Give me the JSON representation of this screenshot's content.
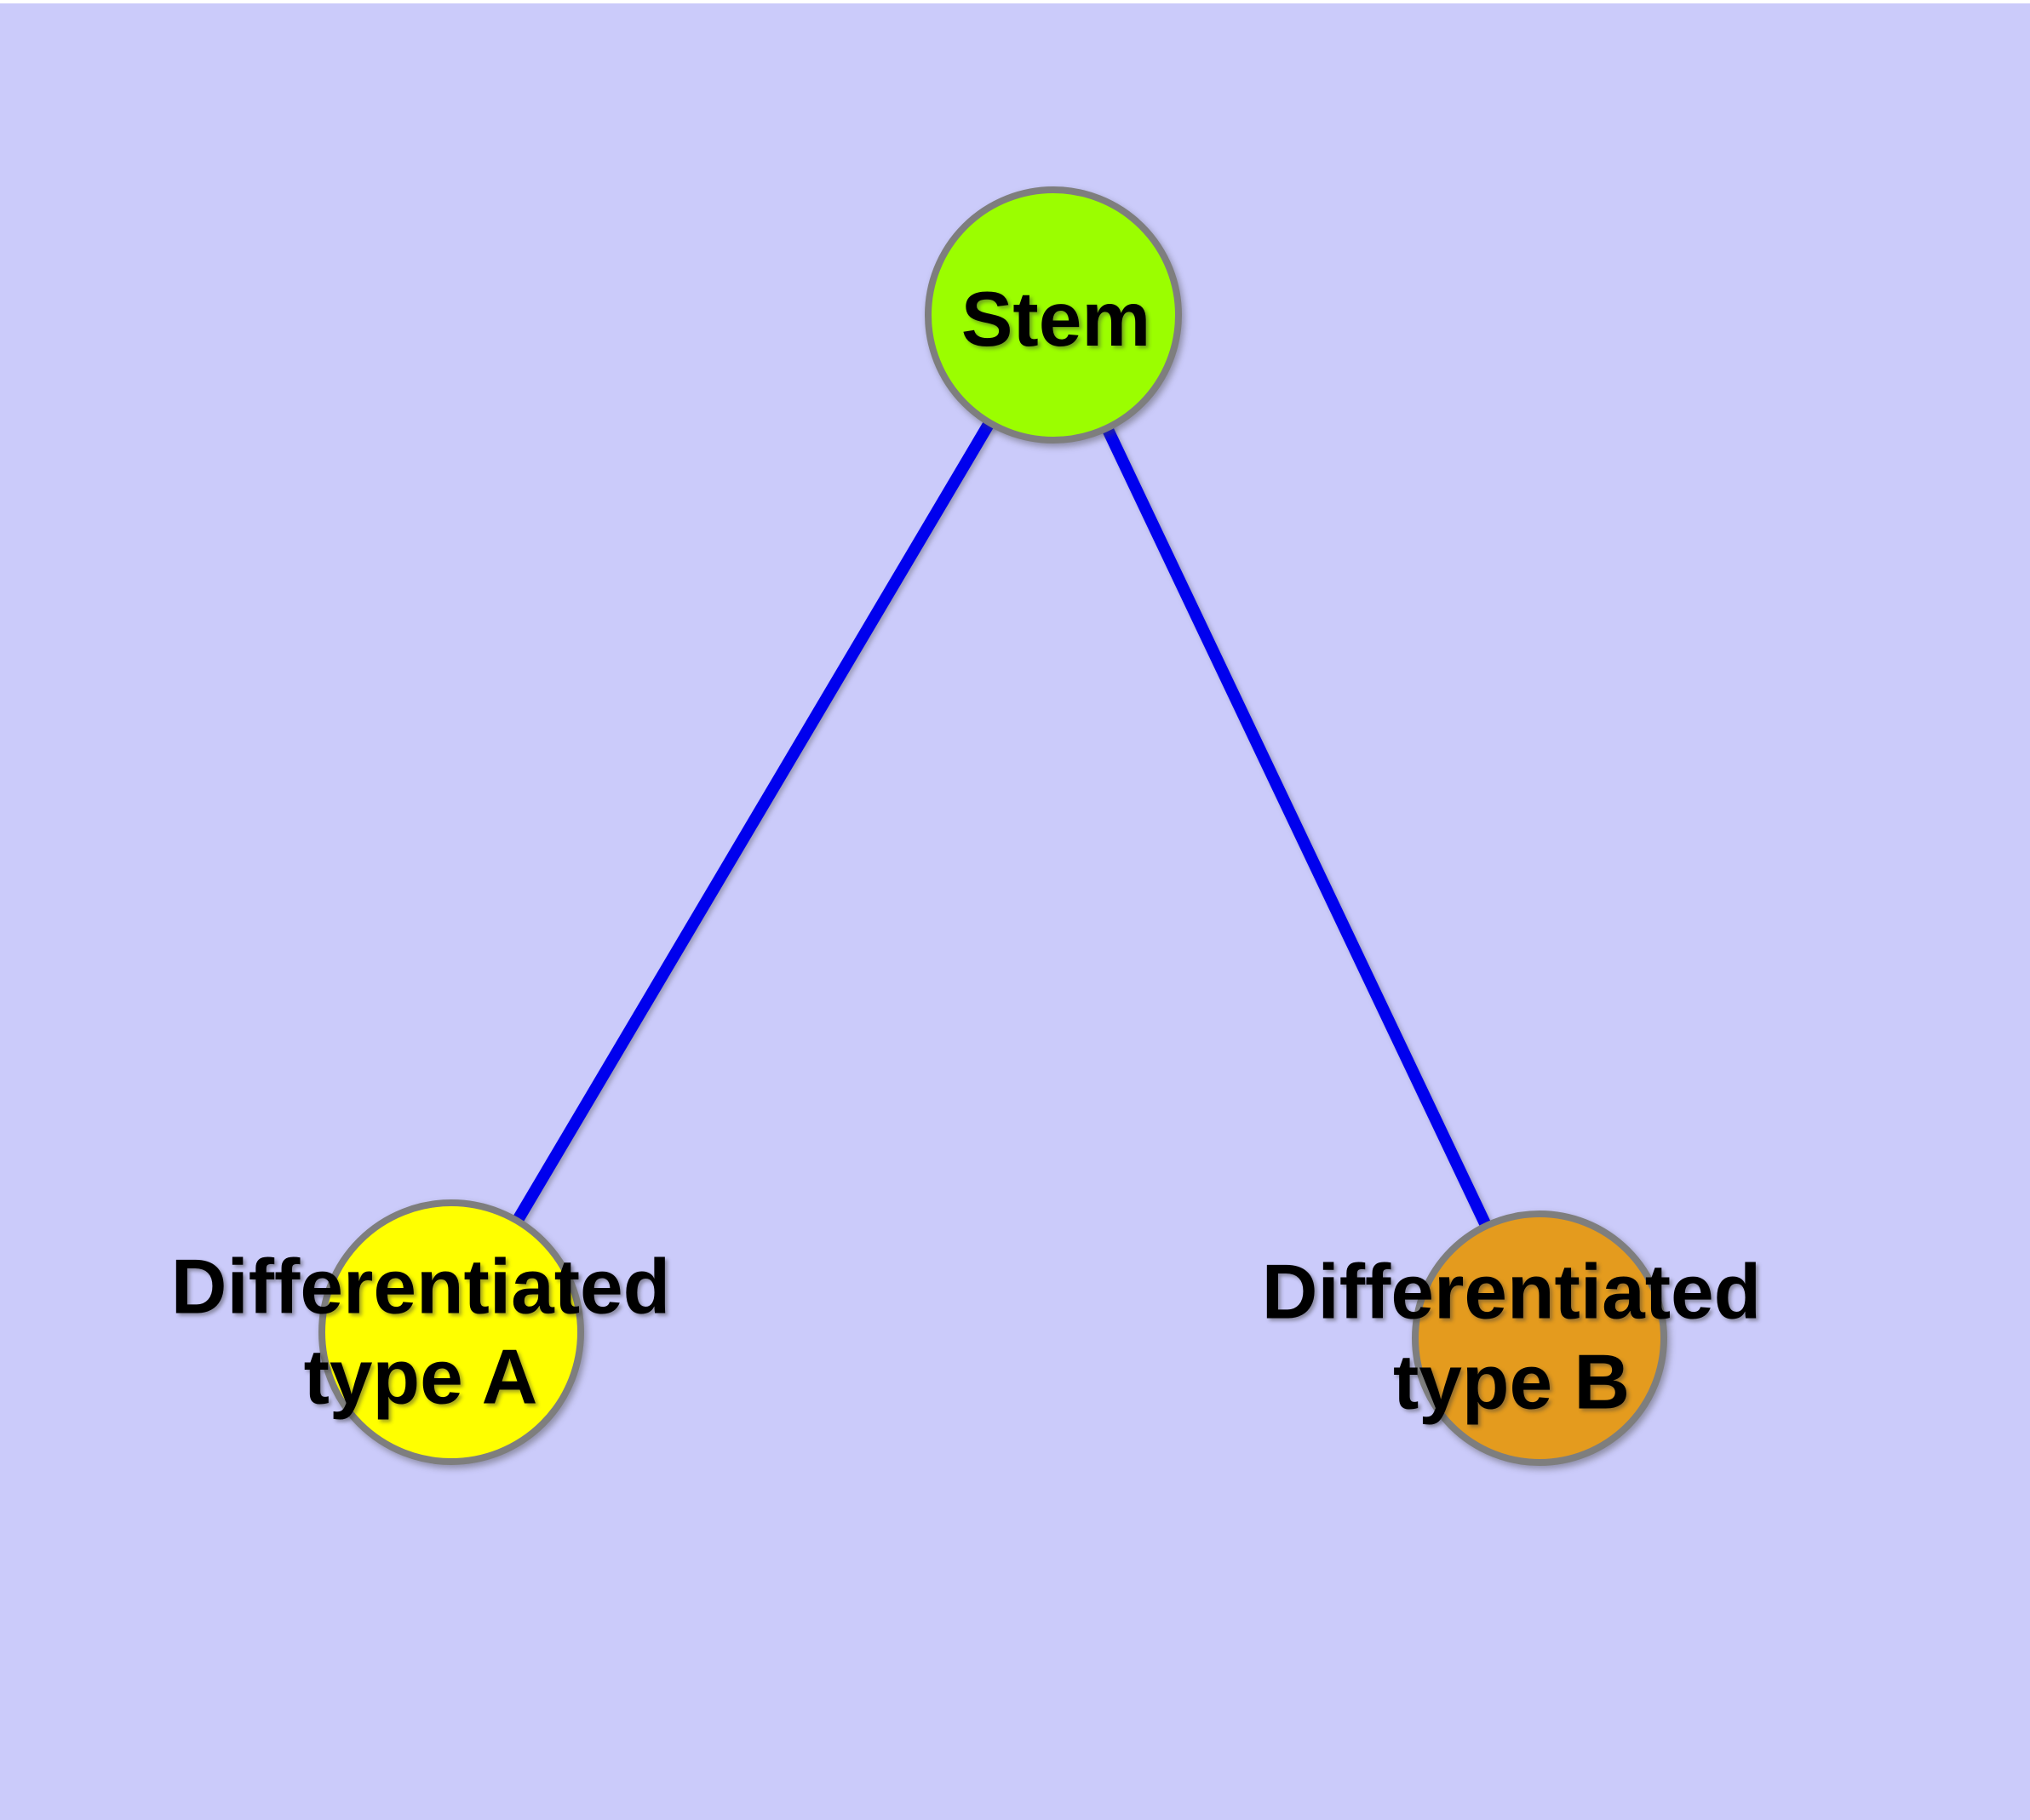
{
  "diagram": {
    "type": "node-link-graph",
    "background_color": "#CBCBFA",
    "top_strip_color": "#FFFFFF",
    "edge_color": "#0000EE",
    "node_border_color": "#7E7E7E",
    "label_text_color": "#000000",
    "nodes": [
      {
        "id": "stem",
        "label": "Stem",
        "fill": "#9BFE00"
      },
      {
        "id": "differentiated-type-a",
        "label": "Differentiated\ntype A",
        "fill": "#FFFF00"
      },
      {
        "id": "differentiated-type-b",
        "label": "Differentiated\ntype B",
        "fill": "#E49B1E"
      }
    ],
    "edges": [
      {
        "from": "stem",
        "to": "differentiated-type-a"
      },
      {
        "from": "stem",
        "to": "differentiated-type-b"
      }
    ]
  }
}
